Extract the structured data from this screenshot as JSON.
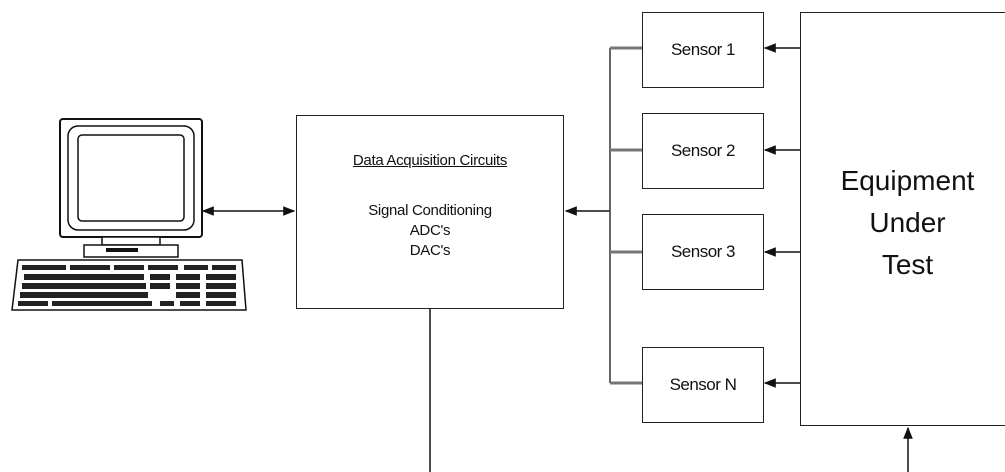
{
  "daq": {
    "title": "Data Acquisition Circuits",
    "line1": "Signal Conditioning",
    "line2": "ADC's",
    "line3": "DAC's"
  },
  "sensors": [
    {
      "label": "Sensor 1"
    },
    {
      "label": "Sensor 2"
    },
    {
      "label": "Sensor 3"
    },
    {
      "label": "Sensor N"
    }
  ],
  "equipment": {
    "line1": "Equipment",
    "line2": "Under",
    "line3": "Test"
  },
  "icons": {
    "computer": "computer-icon",
    "keyboard": "keyboard-icon"
  }
}
